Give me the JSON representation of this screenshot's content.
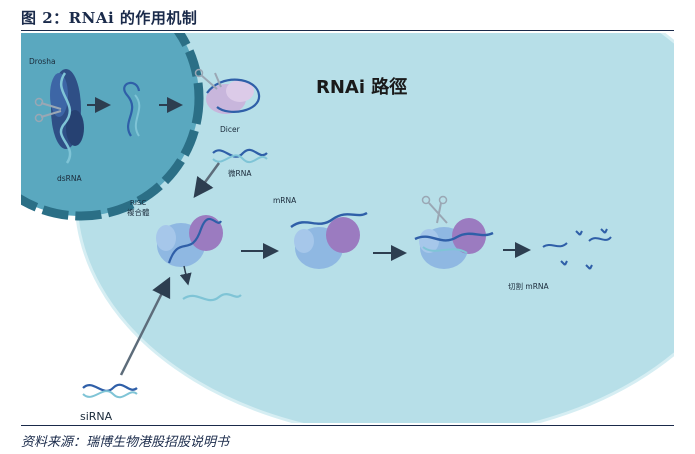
{
  "figure": {
    "title": "图 2：RNAi 的作用机制",
    "source": "资料来源：瑞博生物港股招股说明书"
  },
  "diagram": {
    "heading": "RNAi 路徑",
    "labels": {
      "drosha": "Drosha",
      "dsrna": "dsRNA",
      "dicer": "Dicer",
      "micro_rna": "微RNA",
      "risc_line1": "RISC",
      "risc_line2": "複合體",
      "mrna": "mRNA",
      "cleaved_mrna": "切割 mRNA",
      "sirna": "siRNA"
    },
    "colors": {
      "cell": "#b7dfe8",
      "nucleus": "#5aa8bf",
      "membrane": "#2b6f86",
      "protein_blue": "#8fb8e2",
      "protein_purple": "#9b7bc0",
      "rna": "#2f5fa8",
      "arrow": "#2d3e50"
    }
  }
}
